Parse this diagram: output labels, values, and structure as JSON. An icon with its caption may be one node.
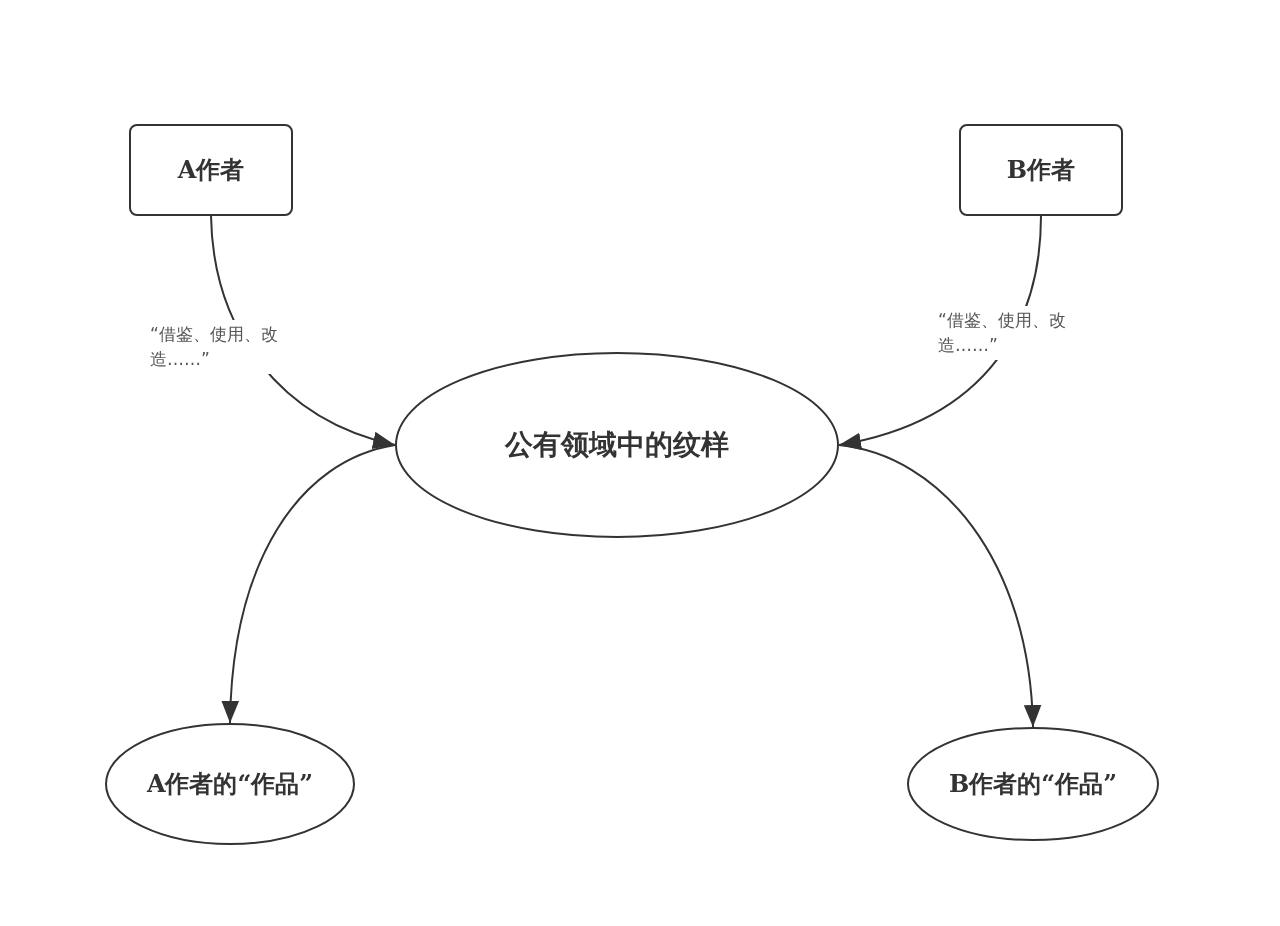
{
  "diagram": {
    "nodes": [
      {
        "text": [
          "A作者"
        ]
      },
      {
        "text": [
          "B作者"
        ]
      },
      {
        "text": [
          "公有领域中的纹样"
        ]
      },
      {
        "text": [
          "A作者的“作品”"
        ]
      },
      {
        "text": [
          "B作者的“作品”"
        ]
      }
    ],
    "edges": [
      {
        "from": 0,
        "to": 2,
        "arrow": "to",
        "label": "“借鉴、使用、改造……”"
      },
      {
        "from": 1,
        "to": 2,
        "arrow": "to",
        "label": "“借鉴、使用、改造……”"
      },
      {
        "from": 2,
        "to": 3,
        "arrow": "to"
      },
      {
        "from": 2,
        "to": 4,
        "arrow": "to"
      }
    ]
  }
}
